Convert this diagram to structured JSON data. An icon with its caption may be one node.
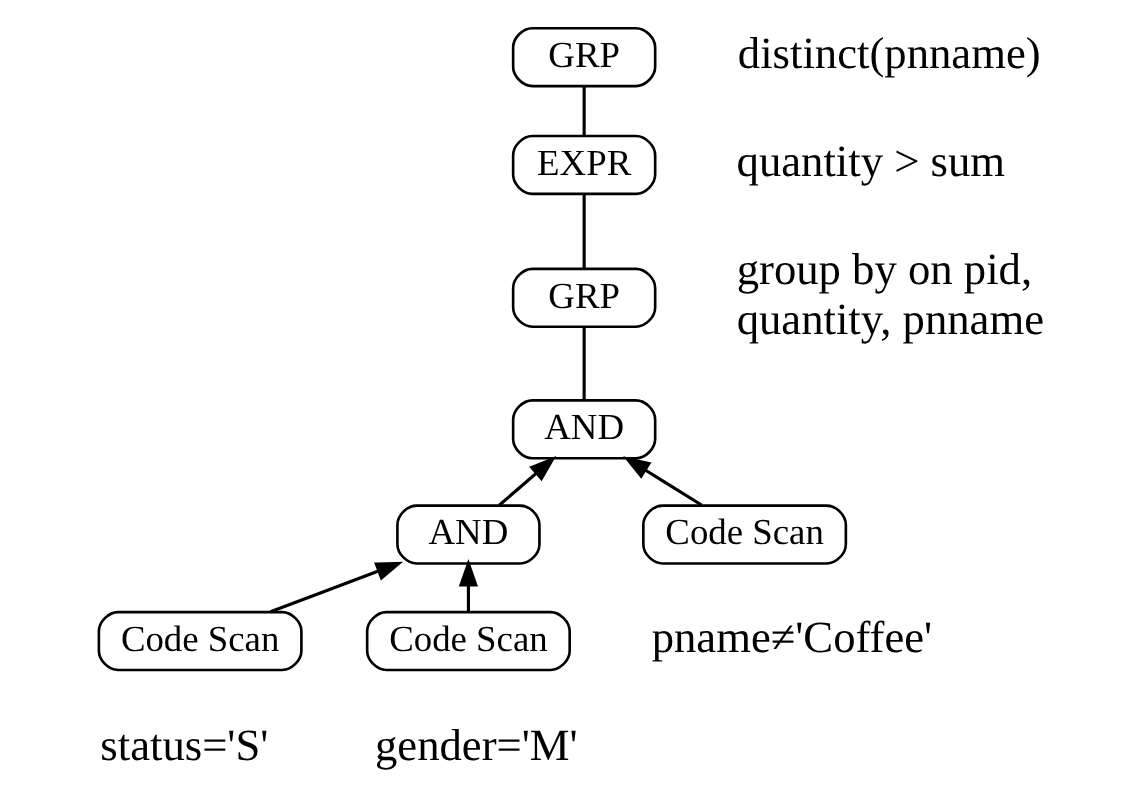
{
  "diagram": {
    "nodes": [
      {
        "text": [
          "GRP"
        ],
        "beside": [
          "distinct(pnname)"
        ]
      },
      {
        "text": [
          "EXPR"
        ],
        "beside": [
          "quantity > sum"
        ]
      },
      {
        "text": [
          "GRP"
        ],
        "beside": [
          "group by on pid, quantity, pnname"
        ]
      },
      {
        "text": [
          "AND"
        ]
      },
      {
        "text": [
          "AND"
        ]
      },
      {
        "text": [
          "Code Scan"
        ],
        "beside": [
          "status='S'"
        ]
      },
      {
        "text": [
          "Code Scan"
        ],
        "beside": [
          "gender='M'"
        ]
      },
      {
        "text": [
          "Code Scan"
        ],
        "beside": [
          "pname≠'Coffee'"
        ]
      }
    ],
    "edges": [
      {
        "from": 1,
        "to": 0,
        "arrow": "none"
      },
      {
        "from": 2,
        "to": 1,
        "arrow": "none"
      },
      {
        "from": 3,
        "to": 2,
        "arrow": "none"
      },
      {
        "from": 4,
        "to": 3,
        "arrow": "to"
      },
      {
        "from": 7,
        "to": 3,
        "arrow": "to"
      },
      {
        "from": 5,
        "to": 4,
        "arrow": "to"
      },
      {
        "from": 6,
        "to": 4,
        "arrow": "to"
      }
    ]
  }
}
